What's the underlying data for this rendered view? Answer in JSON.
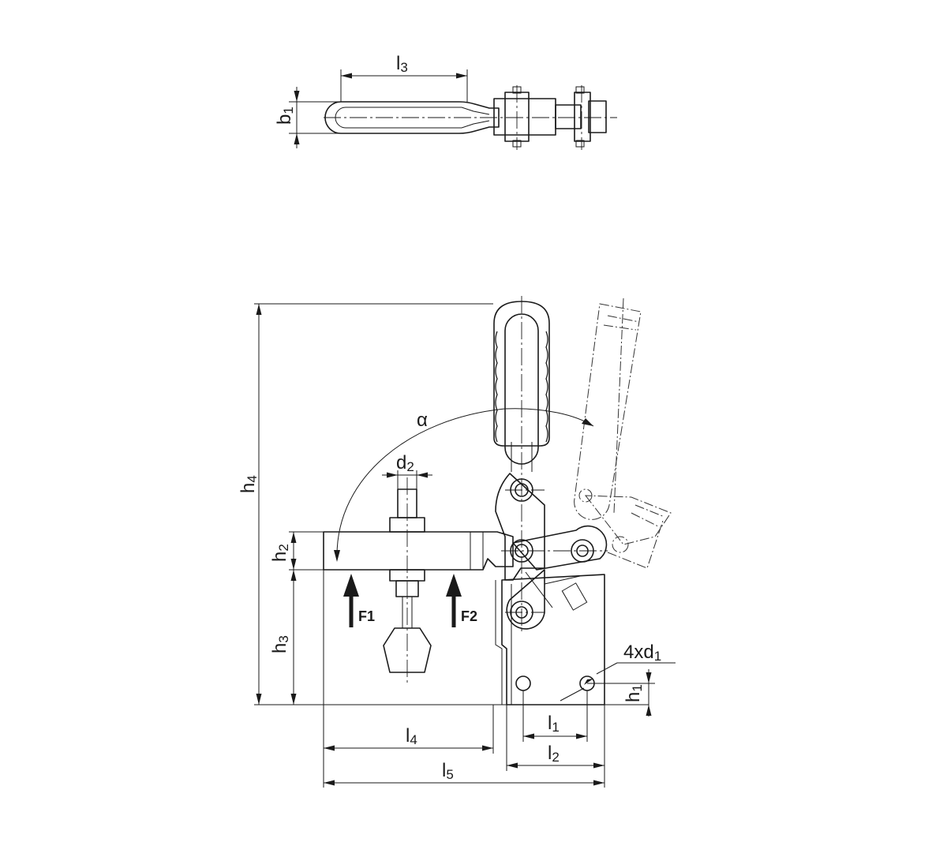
{
  "labels": {
    "l3": {
      "main": "l",
      "sub": "3"
    },
    "b1": {
      "main": "b",
      "sub": "1"
    },
    "h4": {
      "main": "h",
      "sub": "4"
    },
    "h2": {
      "main": "h",
      "sub": "2"
    },
    "h3": {
      "main": "h",
      "sub": "3"
    },
    "alpha": "α",
    "d2": {
      "main": "d",
      "sub": "2"
    },
    "f1": "F1",
    "f2": "F2",
    "hole": {
      "main": "4xd",
      "sub": "1"
    },
    "h1": {
      "main": "h",
      "sub": "1"
    },
    "l1": {
      "main": "l",
      "sub": "1"
    },
    "l4": {
      "main": "l",
      "sub": "4"
    },
    "l2": {
      "main": "l",
      "sub": "2"
    },
    "l5": {
      "main": "l",
      "sub": "5"
    }
  }
}
